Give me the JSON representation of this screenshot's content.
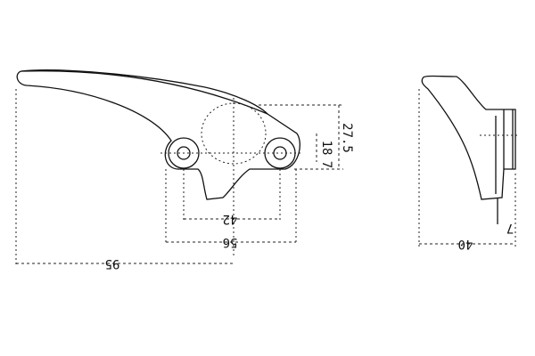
{
  "title": "Window handle technical drawing",
  "dimensions": {
    "hole_spacing": "42",
    "base_width": "56",
    "total_length": "95",
    "height_inner": "18",
    "offset_small": "7",
    "height_outer": "27.5",
    "side_depth": "40",
    "side_offset": "7"
  },
  "colors": {
    "line": "#111111",
    "background": "#ffffff"
  }
}
